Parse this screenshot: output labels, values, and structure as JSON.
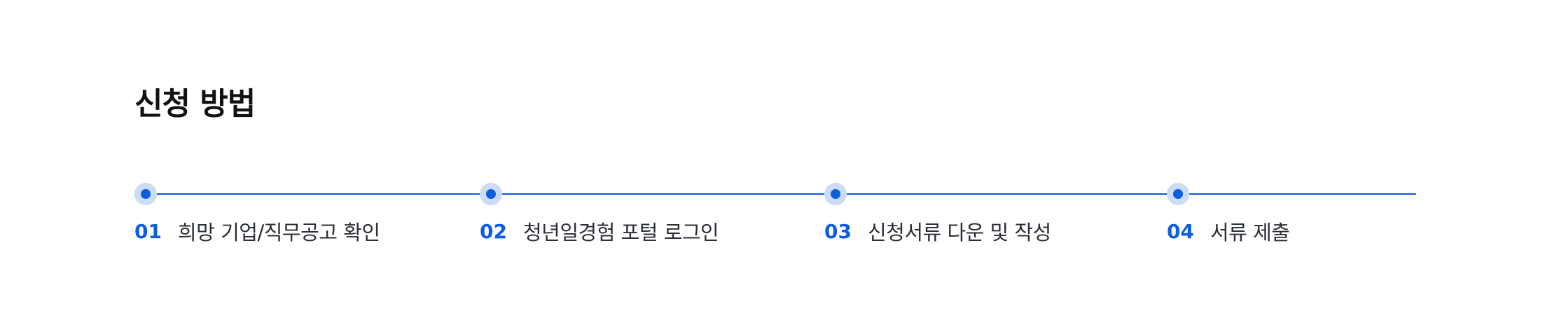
{
  "section": {
    "title": "신청 방법"
  },
  "theme": {
    "accent": "#0b5ee0",
    "halo": "#ccdcf5",
    "line": "#0b5ad8",
    "text": "#2b2f36"
  },
  "steps": [
    {
      "number": "01",
      "label": "희망 기업/직무공고 확인"
    },
    {
      "number": "02",
      "label": "청년일경험 포털 로그인"
    },
    {
      "number": "03",
      "label": "신청서류 다운 및 작성"
    },
    {
      "number": "04",
      "label": "서류 제출"
    }
  ]
}
